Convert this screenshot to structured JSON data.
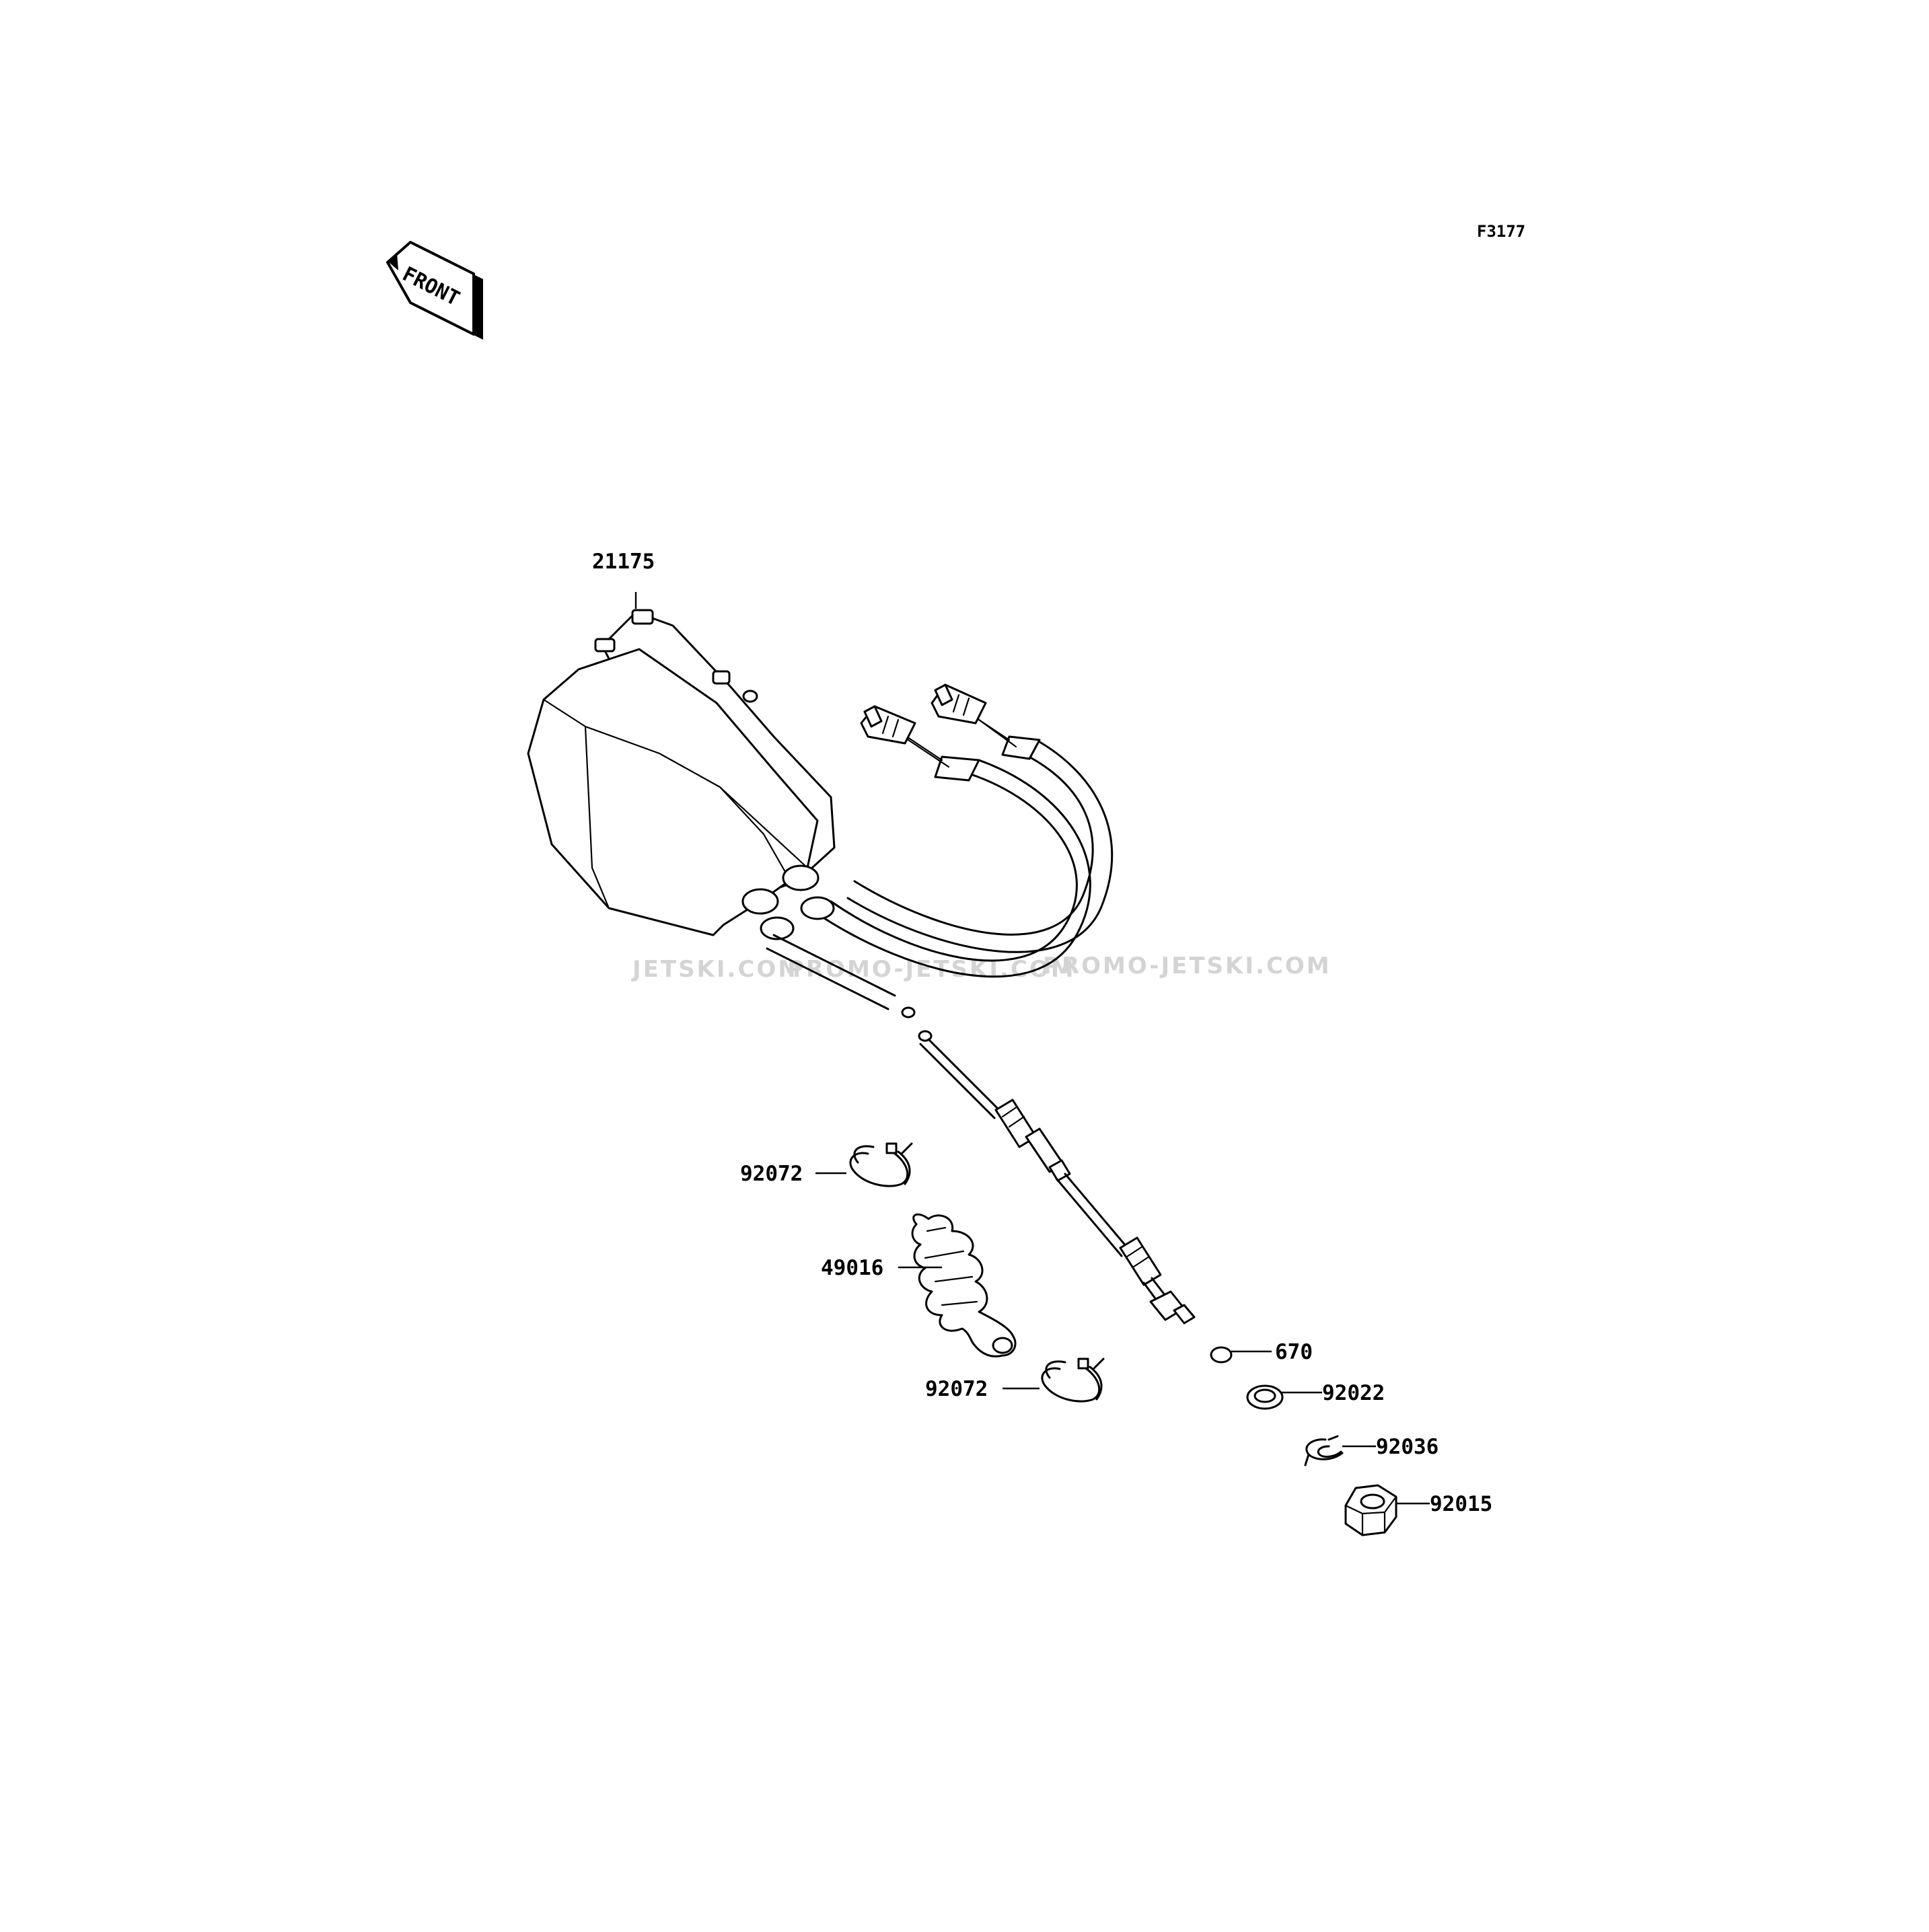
{
  "figure_code": "F3177",
  "front_badge": "FRONT",
  "watermark": [
    "JETSKI.COM",
    "PROMO-JETSKI.COM",
    "PROMO-JETSKI.COM"
  ],
  "parts": [
    {
      "number": "21175",
      "icon": "control-unit-icon"
    },
    {
      "number": "92072",
      "icon": "hose-clamp-icon"
    },
    {
      "number": "49016",
      "icon": "rubber-boot-icon"
    },
    {
      "number": "92072",
      "icon": "hose-clamp-icon"
    },
    {
      "number": "670",
      "icon": "o-ring-icon"
    },
    {
      "number": "92022",
      "icon": "washer-icon"
    },
    {
      "number": "92036",
      "icon": "circlip-icon"
    },
    {
      "number": "92015",
      "icon": "hex-nut-icon"
    }
  ]
}
